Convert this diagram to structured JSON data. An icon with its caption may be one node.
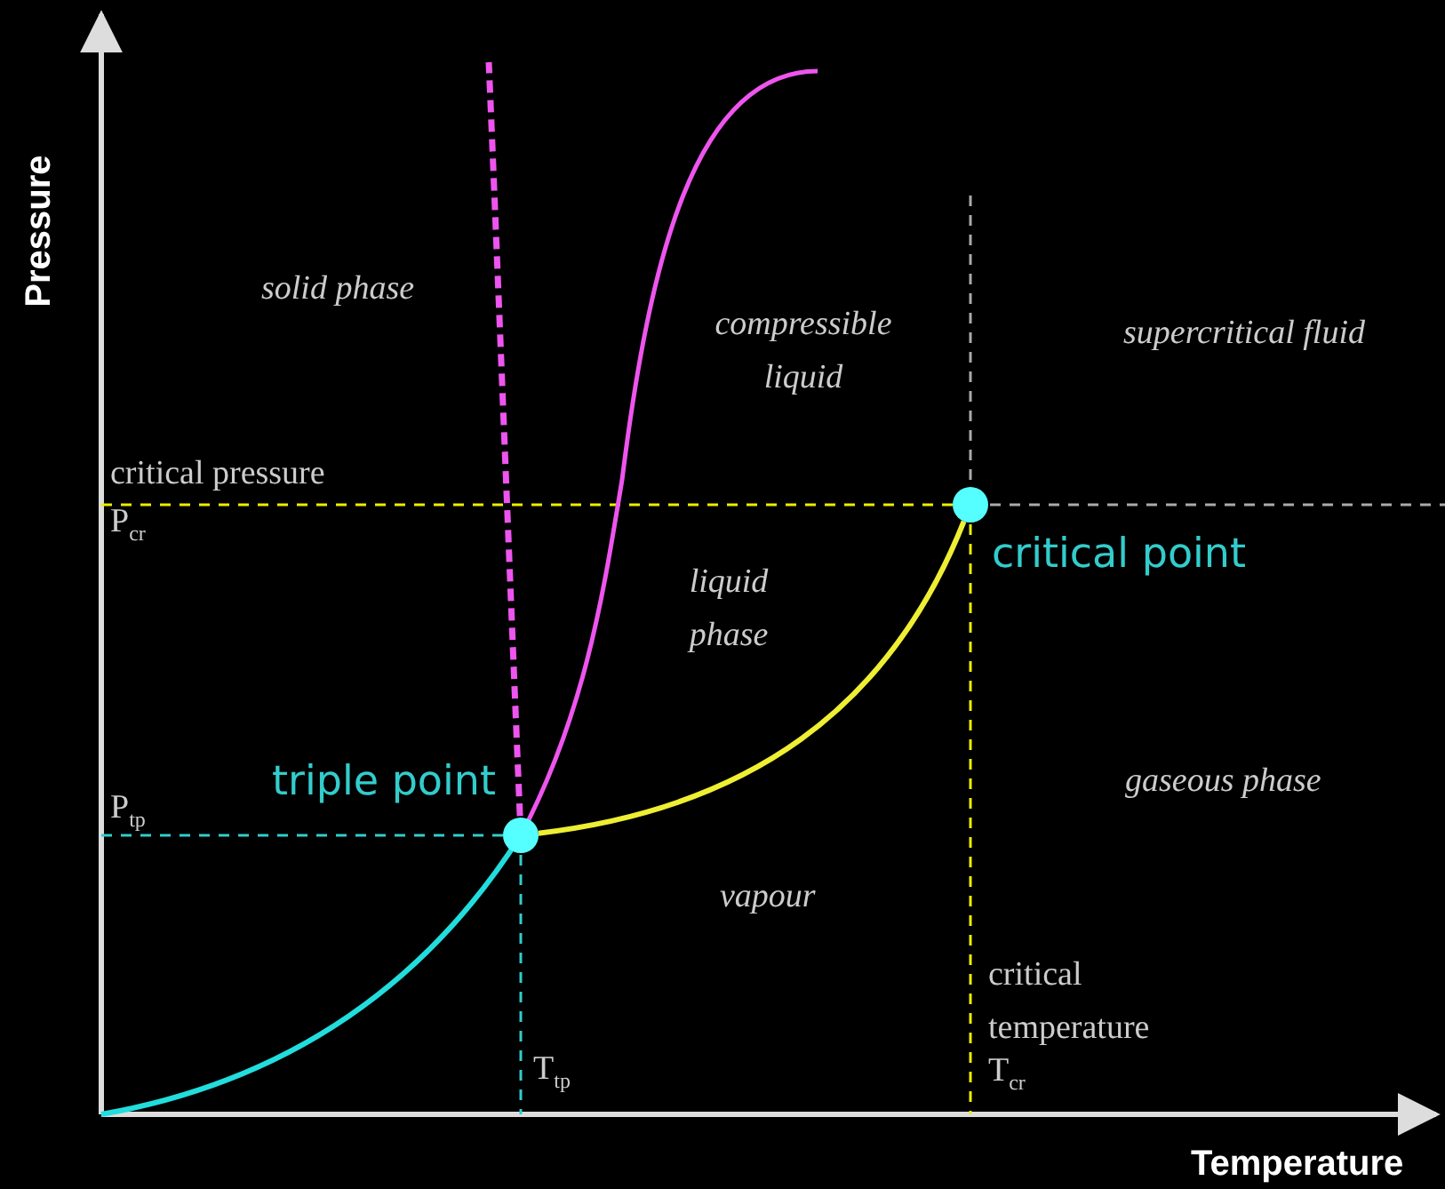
{
  "diagram": {
    "nodes": [
      {
        "text": [],
        "shape": "circle",
        "beside": [
          "triple point"
        ]
      },
      {
        "text": [],
        "shape": "circle",
        "beside": [
          "critical point"
        ]
      }
    ],
    "edges": [
      {
        "from": 0,
        "to": 1,
        "arrow": "none"
      }
    ],
    "labels": [
      "Pressure",
      "solid phase",
      "compressible liquid",
      "supercritical fluid",
      "critical pressure",
      "P$_{cr}$",
      "liquid phase",
      "gaseous phase",
      "P$_{tp}$",
      "vapour",
      "critical temperature",
      "T$_{cr}$",
      "T$_{tp}$",
      "Temperature"
    ]
  }
}
